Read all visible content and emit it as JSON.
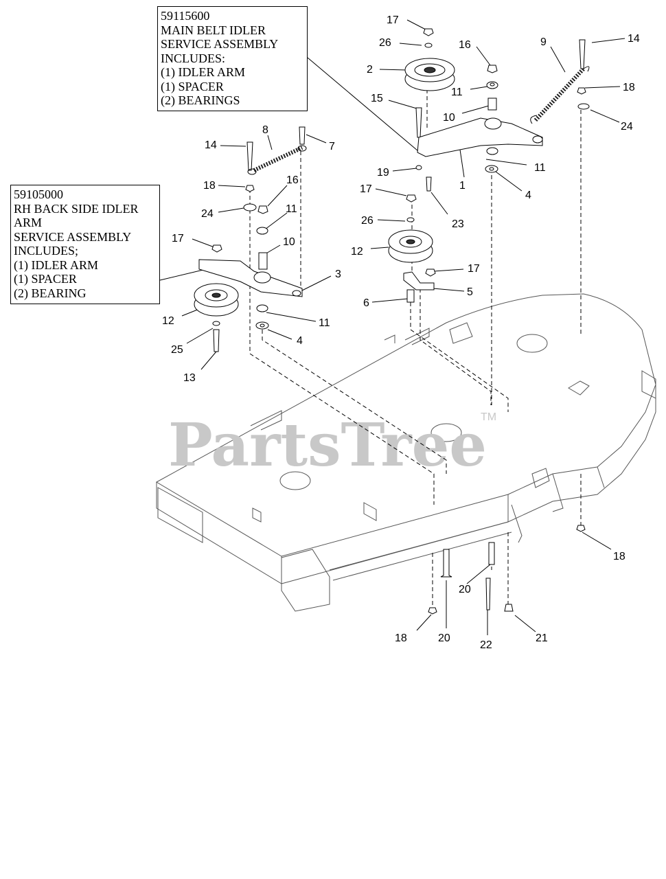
{
  "watermark": {
    "text": "PartsTree",
    "tm": "TM"
  },
  "callouts": {
    "main_belt": {
      "lines": [
        "59115600",
        "MAIN BELT IDLER",
        "SERVICE ASSEMBLY",
        "INCLUDES:",
        "(1) IDLER ARM",
        "(1) SPACER",
        "(2) BEARINGS"
      ]
    },
    "rh_back": {
      "lines": [
        "59105000",
        "RH BACK SIDE IDLER",
        "ARM",
        "SERVICE ASSEMBLY",
        "INCLUDES;",
        "(1) IDLER ARM",
        "(1) SPACER",
        "(2) BEARING"
      ]
    }
  },
  "part_labels": [
    "17",
    "26",
    "2",
    "16",
    "11",
    "15",
    "10",
    "14",
    "9",
    "18",
    "24",
    "8",
    "7",
    "19",
    "11",
    "1",
    "4",
    "17",
    "23",
    "26",
    "12",
    "17",
    "5",
    "6",
    "14",
    "18",
    "16",
    "24",
    "11",
    "17",
    "10",
    "3",
    "12",
    "11",
    "4",
    "25",
    "13",
    "18",
    "20",
    "20",
    "22",
    "21",
    "18"
  ],
  "colors": {
    "line": "#000000",
    "deck": "#555555",
    "watermark": "#c8c8c8"
  }
}
